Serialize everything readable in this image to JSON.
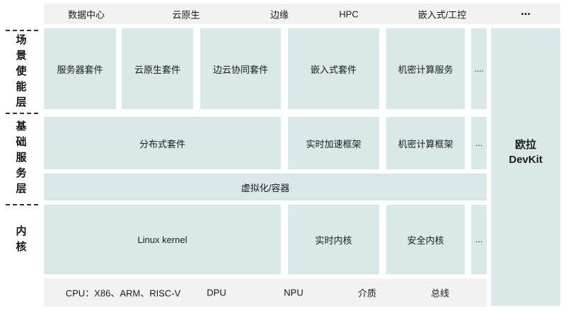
{
  "colors": {
    "box_fill": "#d9e9ea",
    "bar_fill": "#f2f2f2",
    "text": "#1a1a1a"
  },
  "top_bar": {
    "items": [
      "数据中心",
      "云原生",
      "边缘",
      "HPC",
      "嵌入式/工控",
      "⋯"
    ]
  },
  "left_labels": {
    "scenario": "场景使能层",
    "services": "基础服务层",
    "kernel": "内核"
  },
  "rows": {
    "scenario": {
      "boxes": [
        "服务器套件",
        "云原生套件",
        "边云协同套件",
        "嵌入式套件",
        "机密计算服务",
        "...."
      ]
    },
    "services": {
      "boxes": [
        "分布式套件",
        "实时加速框架",
        "机密计算框架",
        "..."
      ]
    },
    "virtualization": {
      "label": "虚拟化/容器"
    },
    "kernel": {
      "boxes": [
        "Linux kernel",
        "实时内核",
        "安全内核",
        "..."
      ]
    }
  },
  "bottom_bar": {
    "items": [
      "CPU：X86、ARM、RISC-V",
      "DPU",
      "NPU",
      "介质",
      "总线"
    ]
  },
  "devkit": {
    "line1": "欧拉",
    "line2": "DevKit"
  }
}
